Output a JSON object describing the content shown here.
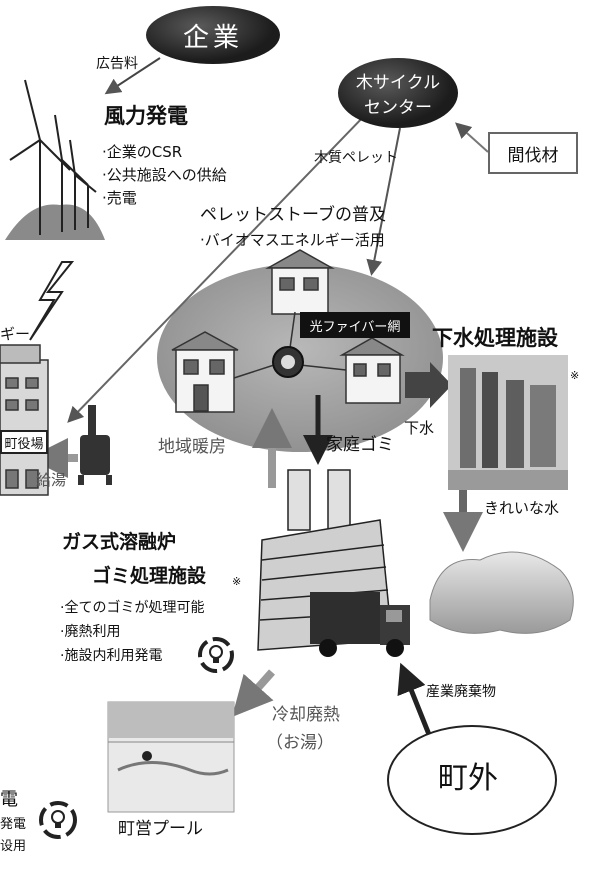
{
  "company": {
    "label": "企業",
    "ad_fee": "広告料"
  },
  "wind": {
    "title": "風力発電",
    "bullets": [
      "·企業のCSR",
      "·公共施設への供給",
      "·売電"
    ]
  },
  "wood_center": {
    "line1": "木サイクル",
    "line2": "センター"
  },
  "thinning": {
    "label": "間伐材"
  },
  "pellet": {
    "arrow_label": "木質ペレット",
    "title": "ペレットストーブの普及",
    "bullet": "·バイオマスエネルギー活用"
  },
  "fiber": {
    "label": "光ファイバー網"
  },
  "district_heating": {
    "label": "地域暖房"
  },
  "household_waste": {
    "label": "家庭ゴミ"
  },
  "sewage": {
    "title": "下水処理施設",
    "note": "※",
    "inflow": "下水",
    "outflow": "きれいな水"
  },
  "left_edge": {
    "energy_fragment": "ギー",
    "town_office": "町役場",
    "hot_water": "給湯"
  },
  "melter": {
    "title1": "ガス式溶融炉",
    "title2": "ゴミ処理施設",
    "note": "※",
    "bullets": [
      "·全てのゴミが処理可能",
      "·廃熱利用",
      "·施設内利用発電"
    ]
  },
  "cooling": {
    "line1": "冷却廃熱",
    "line2": "（お湯）"
  },
  "pool": {
    "label": "町営プール"
  },
  "industrial": {
    "label": "産業廃棄物"
  },
  "outside": {
    "label": "町外"
  },
  "bottom_left": {
    "line1": "電",
    "line2": "発電",
    "line3": "设用"
  }
}
